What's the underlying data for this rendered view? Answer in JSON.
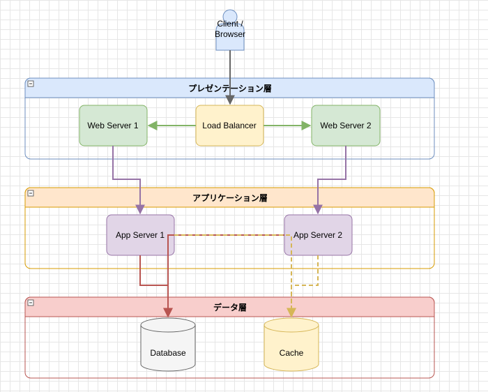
{
  "client": {
    "line1": "Client /",
    "line2": "Browser"
  },
  "layers": {
    "presentation": {
      "title": "プレゼンテーション層"
    },
    "application": {
      "title": "アプリケーション層"
    },
    "data": {
      "title": "データ層"
    }
  },
  "nodes": {
    "web_server_1": "Web Server 1",
    "load_balancer": "Load Balancer",
    "web_server_2": "Web Server 2",
    "app_server_1": "App Server 1",
    "app_server_2": "App Server 2",
    "database": "Database",
    "cache": "Cache"
  },
  "colors": {
    "presentation_fill": "#dae8fc",
    "presentation_stroke": "#6c8ebf",
    "application_fill": "#ffe6cc",
    "application_stroke": "#d79b00",
    "data_fill": "#f8cecc",
    "data_stroke": "#b85450",
    "web_fill": "#d5e8d4",
    "web_stroke": "#82b366",
    "lb_fill": "#fff2cc",
    "lb_stroke": "#d6b656",
    "app_fill": "#e1d5e7",
    "app_stroke": "#9673a6",
    "db_fill": "#f5f5f5",
    "db_stroke": "#666666",
    "cache_fill": "#fff2cc",
    "cache_stroke": "#d6b656"
  }
}
